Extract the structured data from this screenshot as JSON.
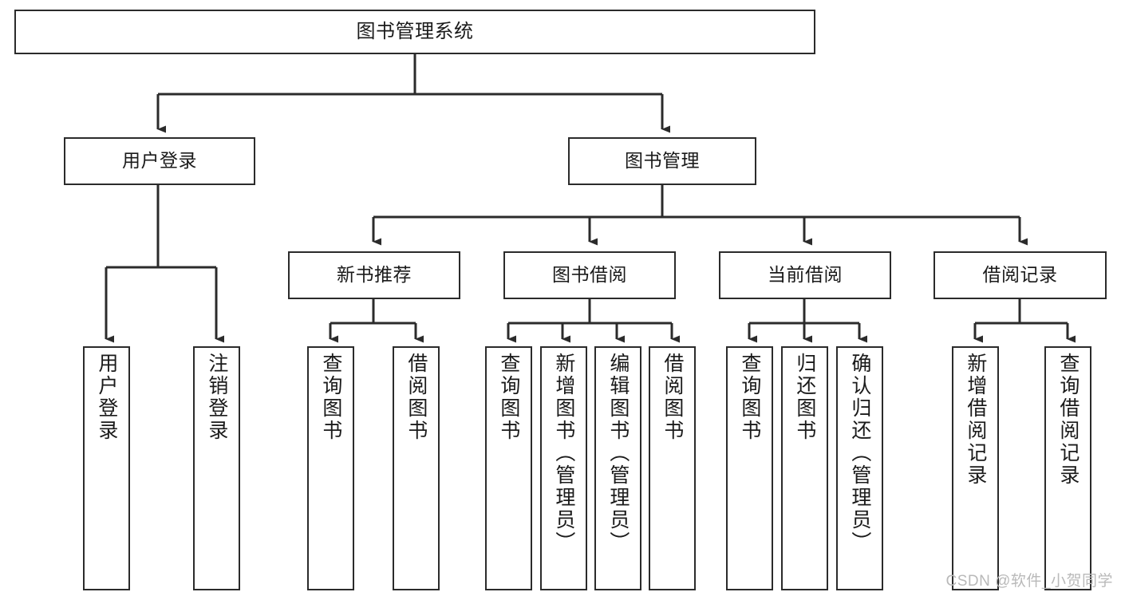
{
  "diagram": {
    "title": "图书管理系统",
    "watermark": "CSDN @软件_小贺同学",
    "stroke_color": "#2b2b2b",
    "background_color": "#ffffff",
    "text_color": "#1a1a1a",
    "levels": {
      "root": {
        "label": "图书管理系统"
      },
      "level2": [
        {
          "label": "用户登录"
        },
        {
          "label": "图书管理"
        }
      ],
      "level3": [
        {
          "label": "新书推荐"
        },
        {
          "label": "图书借阅"
        },
        {
          "label": "当前借阅"
        },
        {
          "label": "借阅记录"
        }
      ],
      "leaves": {
        "user_login": [
          {
            "label": "用户登录"
          },
          {
            "label": "注销登录"
          }
        ],
        "new_book_recommend": [
          {
            "label": "查询图书"
          },
          {
            "label": "借阅图书"
          }
        ],
        "book_borrow": [
          {
            "label": "查询图书"
          },
          {
            "label": "新增图书（管理员）"
          },
          {
            "label": "编辑图书（管理员）"
          },
          {
            "label": "借阅图书"
          }
        ],
        "current_borrow": [
          {
            "label": "查询图书"
          },
          {
            "label": "归还图书"
          },
          {
            "label": "确认归还（管理员）"
          }
        ],
        "borrow_record": [
          {
            "label": "新增借阅记录"
          },
          {
            "label": "查询借阅记录"
          }
        ]
      }
    }
  }
}
